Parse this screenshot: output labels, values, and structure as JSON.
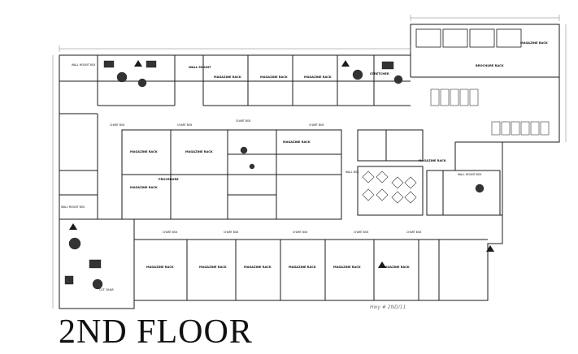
{
  "title": "2ND FLOOR",
  "labels": {
    "magazine_rack": "MAGAZINE RACK",
    "brochure_rack": "BROCHURE RACK",
    "chart_box": "CHART BOX",
    "wall_mount_box": "WALL MOUNT BOX",
    "wall_mount": "WALL MOUNT",
    "stretcher": "STRETCHER",
    "procedure": "PROCEDURE",
    "wall_box": "WALL BOX",
    "cot_chair": "COT CHAIR",
    "handwritten_note": "Hwy # 2ND/11"
  },
  "colors": {
    "line": "#1a1a1a",
    "furniture": "#333333",
    "background": "#ffffff"
  }
}
